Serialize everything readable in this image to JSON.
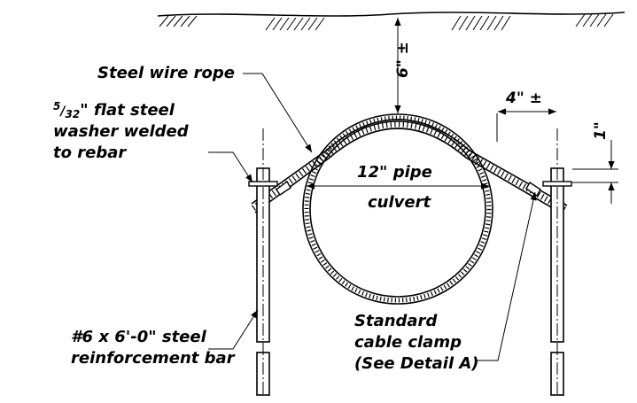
{
  "labels": {
    "wire_rope": "Steel wire rope",
    "washer_line1_frac_num": "5",
    "washer_line1_frac_den": "32",
    "washer_line1_rest": "\" flat steel",
    "washer_line2": "washer welded",
    "washer_line3": "to rebar",
    "pipe_line1": "12\" pipe",
    "pipe_line2": "culvert",
    "bar_line1": "#6 x 6'-0\" steel",
    "bar_line2": "reinforcement bar",
    "clamp_line1": "Standard",
    "clamp_line2": "cable clamp",
    "clamp_line3": "(See Detail A)"
  },
  "dimensions": {
    "cover_depth": "6\" ±",
    "offset": "4\" ±",
    "washer_gap": "1\""
  }
}
